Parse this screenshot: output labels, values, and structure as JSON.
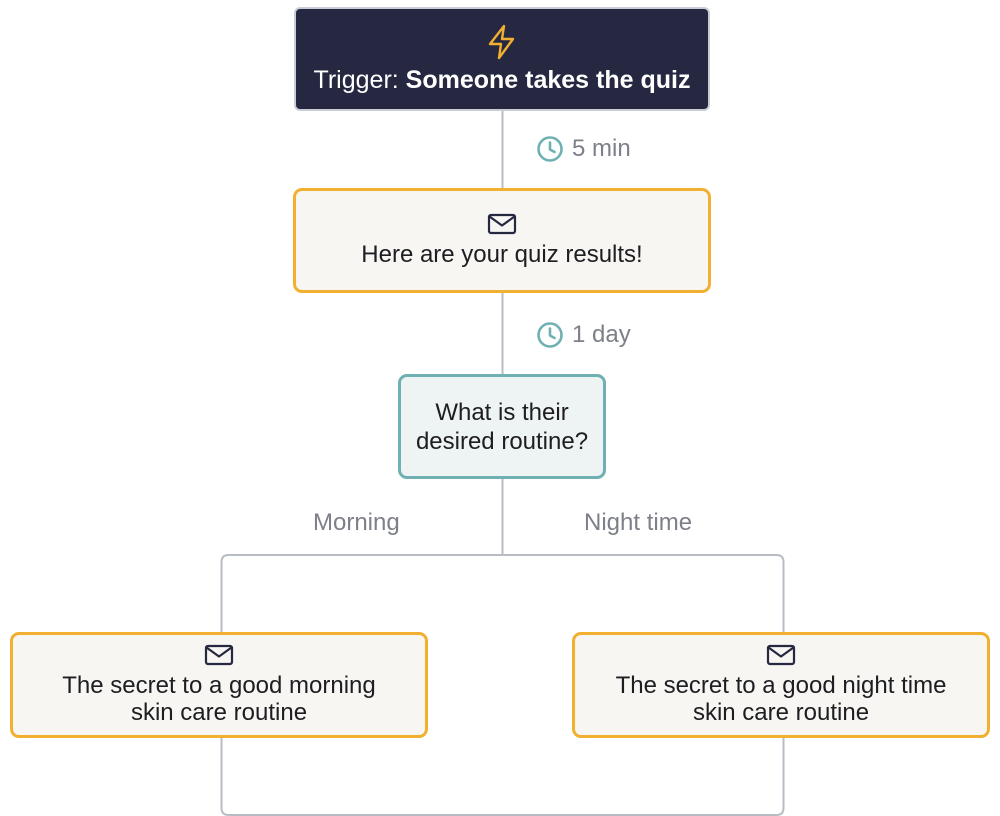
{
  "trigger": {
    "prefix": "Trigger: ",
    "event": "Someone takes the quiz",
    "icon": "lightning-bolt-icon"
  },
  "wait_1": {
    "label": "5 min",
    "icon": "clock-icon"
  },
  "email_1": {
    "text": "Here are your quiz results!",
    "icon": "envelope-icon"
  },
  "wait_2": {
    "label": "1 day",
    "icon": "clock-icon"
  },
  "decision": {
    "line1": "What is their",
    "line2": "desired routine?"
  },
  "branches": {
    "left_label": "Morning",
    "right_label": "Night time"
  },
  "email_morning": {
    "line1": "The secret to a good morning",
    "line2": "skin care routine",
    "icon": "envelope-icon"
  },
  "email_night": {
    "line1": "The secret to a good night time",
    "line2": "skin care routine",
    "icon": "envelope-icon"
  },
  "colors": {
    "trigger_bg": "#252840",
    "email_border": "#f1b02f",
    "decision_border": "#6fb1b2",
    "bolt": "#f1b02f",
    "clock": "#6fb1b2",
    "connector": "#b8bcc4"
  }
}
